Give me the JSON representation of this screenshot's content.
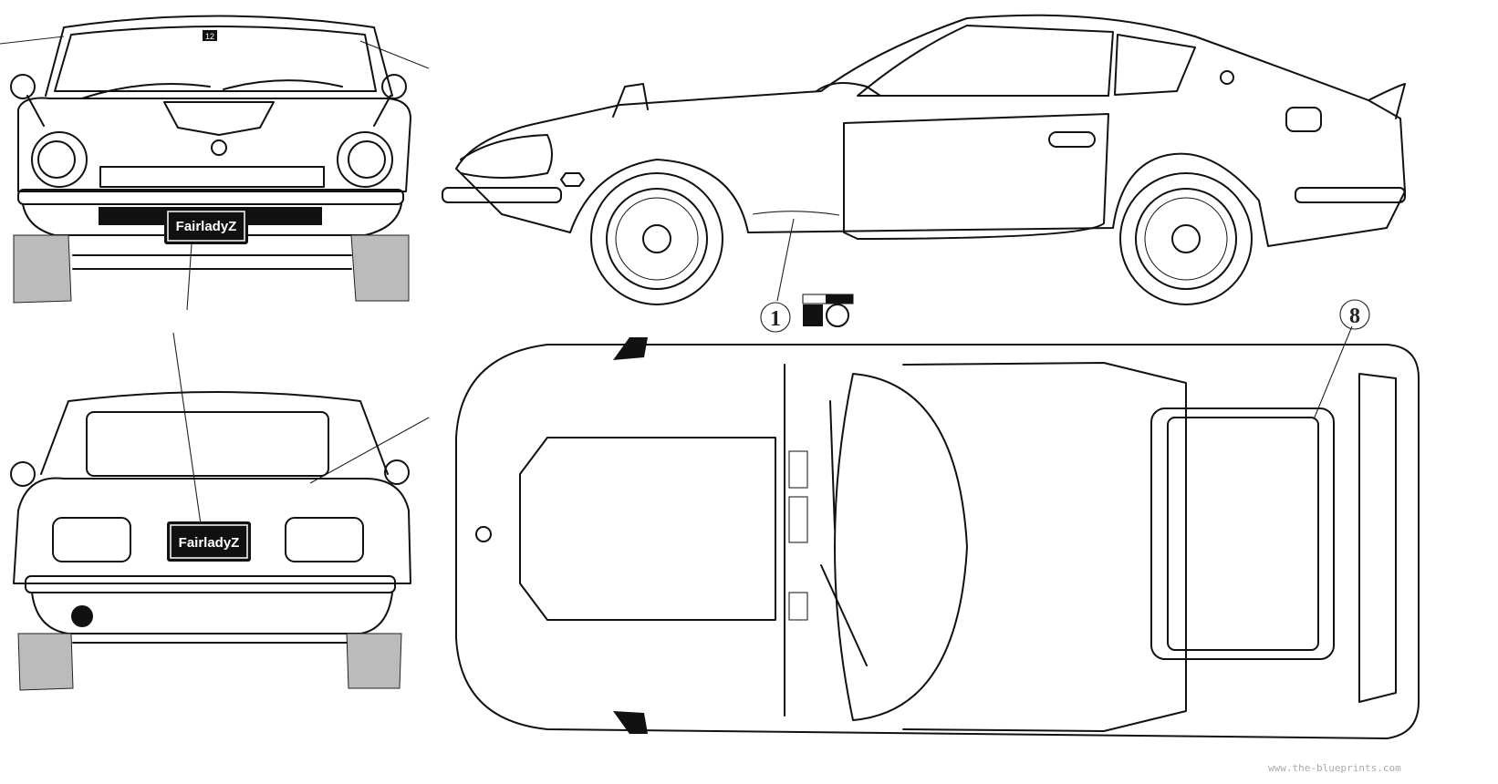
{
  "front_view": {
    "windshield_label": "12",
    "plate_text": "FairladyZ"
  },
  "rear_view": {
    "plate_text": "FairladyZ"
  },
  "side_view": {
    "callout_number": "1"
  },
  "top_view": {
    "callout_number": "8"
  },
  "watermark": "www.the-blueprints.com",
  "colors": {
    "line": "#111111",
    "background": "#ffffff"
  }
}
